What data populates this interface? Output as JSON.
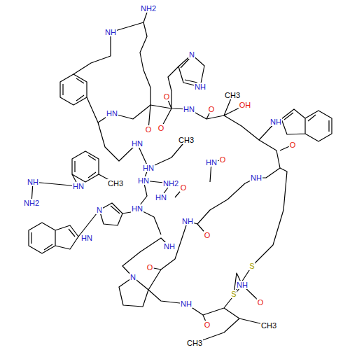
{
  "diagram": {
    "labels": [
      "NH2",
      "NH",
      "N",
      "NH",
      "O",
      "HN",
      "HN",
      "O",
      "CH3",
      "OH",
      "NH",
      "O",
      "O",
      "O",
      "HN",
      "CH3",
      "O",
      "HN",
      "NH",
      "HN",
      "NH",
      "NH2",
      "HN",
      "CH3",
      "HN",
      "NH2",
      "HN",
      "O",
      "HN",
      "N",
      "HN",
      "NH",
      "O",
      "NH",
      "O",
      "S",
      "S",
      "NH",
      "N",
      "O",
      "NH",
      "O",
      "CH3",
      "CH3"
    ]
  }
}
